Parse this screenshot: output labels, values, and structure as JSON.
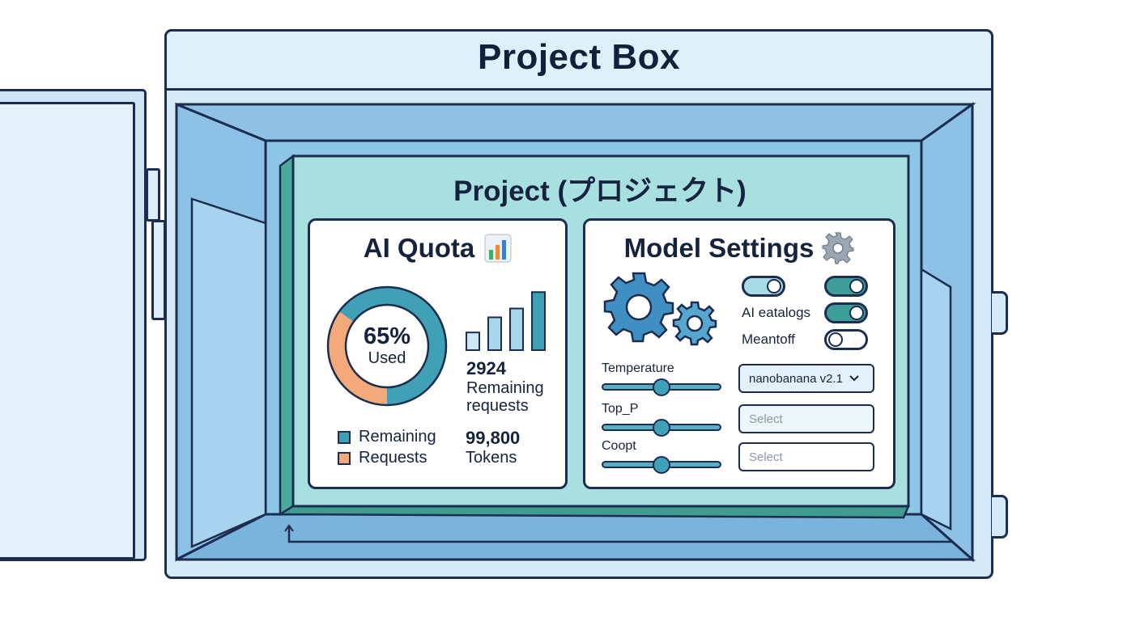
{
  "box": {
    "title": "Project Box"
  },
  "project": {
    "title": "Project (プロジェクト)"
  },
  "quota": {
    "title": "AI Quota",
    "title_icon": "bar-chart-emoji-icon",
    "donut": {
      "used_fraction": 0.65,
      "used_label": "65%",
      "used_text": "Used",
      "colors": {
        "remaining": "#3fa0b6",
        "used": "#f4a97a"
      }
    },
    "mini_bars": [
      0.28,
      0.52,
      0.66,
      0.92
    ],
    "requests_value": "2924",
    "requests_text_1": "Remaining",
    "requests_text_2": "requests",
    "legend": [
      {
        "label": "Remaining",
        "color": "#3fa0b6"
      },
      {
        "label": "Requests",
        "color": "#f4a97a"
      }
    ],
    "tokens_value": "99,800",
    "tokens_text": "Tokens"
  },
  "settings": {
    "title": "Model Settings",
    "title_icon": "gear-emoji-icon",
    "toggles": [
      {
        "label": "",
        "on": false
      },
      {
        "label": "",
        "on": true
      },
      {
        "label": "AI eatalogs",
        "on": true
      },
      {
        "label": "Meantoff",
        "on": false
      }
    ],
    "sliders": [
      {
        "label": "Temperature",
        "value": 0.5
      },
      {
        "label": "Top_P",
        "value": 0.5
      },
      {
        "label": "Coopt",
        "value": 0.5
      }
    ],
    "model_select": "nanobanana v2.1",
    "select_placeholder_1": "Select",
    "select_placeholder_2": "Select"
  }
}
